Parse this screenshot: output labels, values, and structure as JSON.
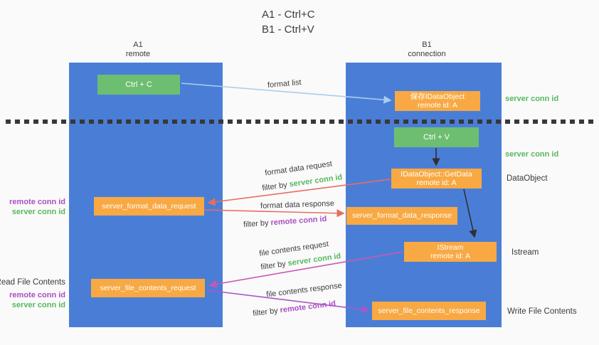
{
  "title": {
    "line1": "A1 - Ctrl+C",
    "line2": "B1 - Ctrl+V"
  },
  "columns": {
    "left": {
      "name": "A1",
      "subtitle": "remote"
    },
    "right": {
      "name": "B1",
      "subtitle": "connection"
    }
  },
  "nodes": {
    "ctrl_c": "Ctrl + C",
    "ctrl_v": "Ctrl + V",
    "save_idataobject": {
      "title": "保存IDataObject",
      "subtitle": "remote id: A"
    },
    "idataobject_getdata": {
      "title": "IDataObject::GetData",
      "subtitle": "remote id: A"
    },
    "istream": {
      "title": "IStream",
      "subtitle": "remote id: A"
    },
    "server_format_data_request": "server_format_data_request",
    "server_format_data_response": "server_format_data_response",
    "server_file_contents_request": "server_file_contents_request",
    "server_file_contents_response": "server_file_contents_response"
  },
  "arrow_labels": {
    "format_list": "format list",
    "format_data_request": "format data request",
    "format_data_response": "format data response",
    "file_contents_request": "file contents request",
    "file_contents_response": "file contents response",
    "filter_by": "filter by ",
    "server_conn_id": "server conn id",
    "remote_conn_id": "remote conn id"
  },
  "side_labels": {
    "server_conn_id_top": "server conn id",
    "server_conn_id_mid": "server conn id",
    "dataobject": "DataObject",
    "istream": "Istream",
    "write_file_contents": "Write File Contents",
    "read_file_contents": "Read File Contents",
    "remote_conn_id": "remote conn id",
    "server_conn_id": "server conn id"
  },
  "colors": {
    "background": "#fafafa",
    "column_blue": "#4a7ed6",
    "button_green": "#6ebe71",
    "box_orange": "#f8a943",
    "green_text": "#57b75e",
    "purple_text": "#a94ec2",
    "arrow_lightblue": "#aacdee",
    "arrow_red": "#e96c62",
    "arrow_magenta": "#cb56b4",
    "arrow_purple": "#a956c9",
    "arrow_black": "#2f2f2f",
    "separator": "#383838"
  }
}
